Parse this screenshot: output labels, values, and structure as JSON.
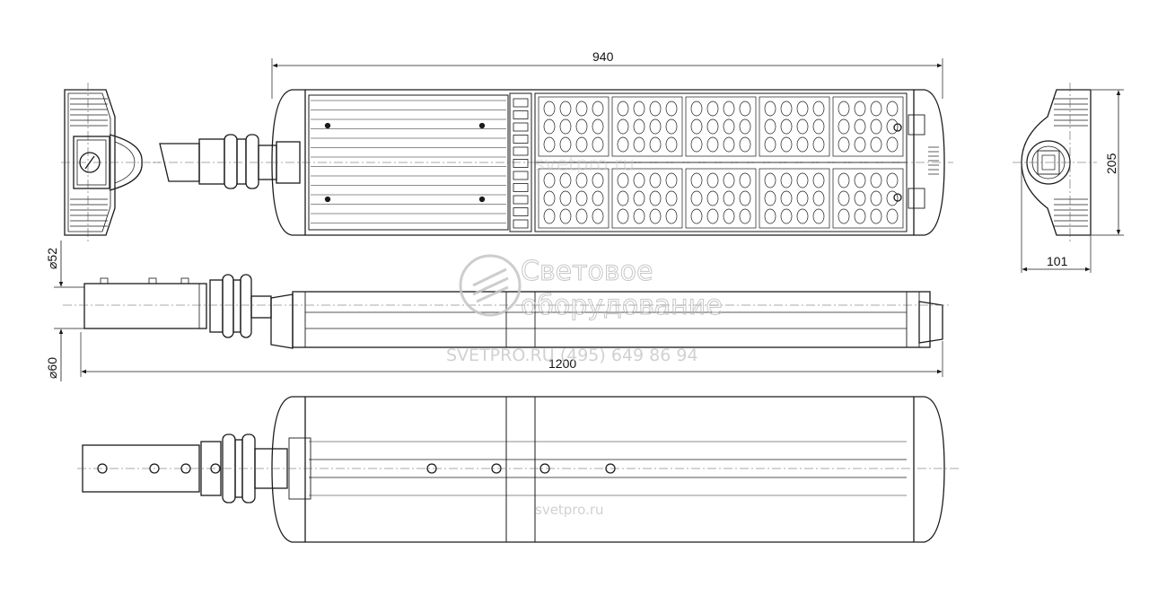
{
  "dimensions": {
    "top_length": "940",
    "height": "205",
    "depth": "101",
    "pipe_small": "⌀52",
    "pipe_large": "⌀60",
    "total_length": "1200"
  },
  "watermark": {
    "line1": "Световое",
    "line2": "оборудование",
    "contact": "SVETPRO.RU (495) 649 86 94",
    "site_top": "svetpro.ru",
    "site_bottom": "svetpro.ru"
  },
  "colors": {
    "line": "#1a1a1a",
    "thin": "#555555",
    "watermark": "#c4c4c4"
  }
}
